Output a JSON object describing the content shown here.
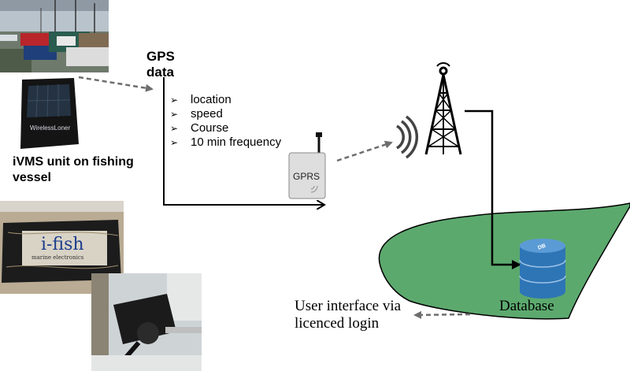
{
  "gps_data_label": "GPS\ndata",
  "gps_items": [
    "location",
    "speed",
    "Course",
    "10 min frequency"
  ],
  "bullet_glyph": "➢",
  "ivms_label": "iVMS unit on fishing vessel",
  "gprs_label": "GPRS",
  "database_label": "Database",
  "db_icon_text": "DB",
  "user_interface_label": "User interface via licenced login",
  "photo_unit_brand": "WirelessLoner",
  "photo_box_brand": "i-fish",
  "photo_box_subtitle": "marine electronics",
  "colors": {
    "land_green": "#5ca96e",
    "database_blue": "#2e75b6",
    "arrow_gray": "#6e6e6e",
    "line_black": "#000000"
  }
}
